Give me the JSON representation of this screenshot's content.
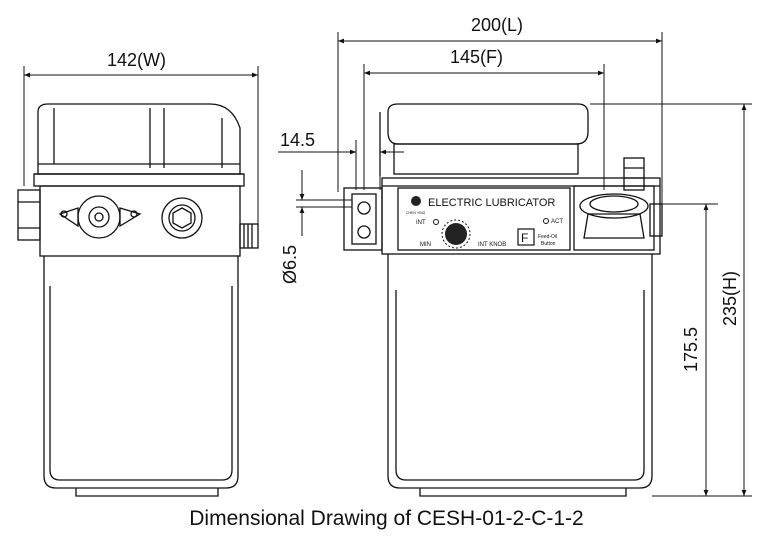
{
  "caption": "Dimensional Drawing of CESH-01-2-C-1-2",
  "dimensions": {
    "width": "142(W)",
    "length": "200(L)",
    "f": "145(F)",
    "depth": "14.5",
    "hole": "Ø6.5",
    "mount_height": "175.5",
    "height": "235(H)"
  },
  "panel": {
    "title": "ELECTRIC LUBRICATOR",
    "int_label": "INT",
    "act_label": "ACT",
    "min_label": "MIN",
    "knob_label": "INT KNOB",
    "f_button": "F",
    "feed_label_1": "Feed-Oil",
    "feed_label_2": "Button",
    "logo_text": "CHEN YING"
  }
}
